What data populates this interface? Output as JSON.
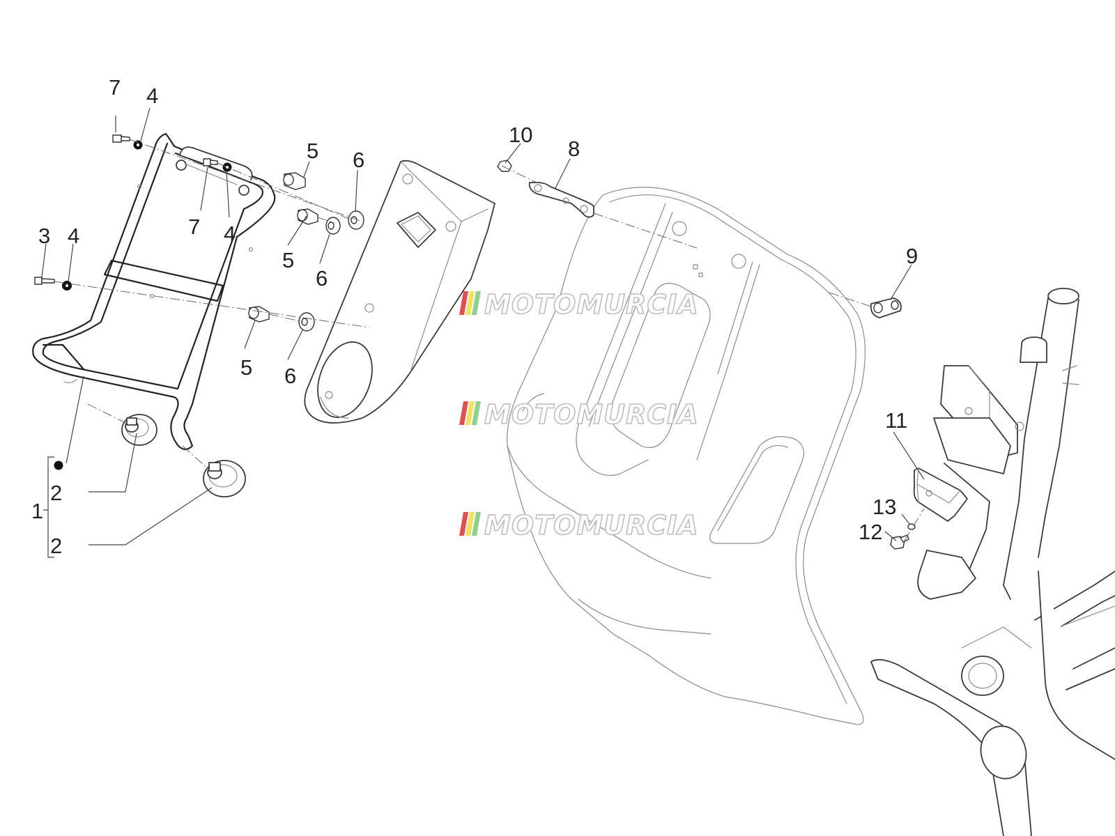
{
  "callouts": {
    "c7a": "7",
    "c4a": "4",
    "c7b": "7",
    "c4b": "4",
    "c3": "3",
    "c4c": "4",
    "c5a": "5",
    "c6a": "6",
    "c5b": "5",
    "c6b": "6",
    "c5c": "5",
    "c6c": "6",
    "c10": "10",
    "c8": "8",
    "c9": "9",
    "c11": "11",
    "c13": "13",
    "c12": "12",
    "c1": "1",
    "c2a": "2",
    "c2b": "2"
  },
  "watermark": {
    "text": "MOTOMURCIA",
    "stripe_colors": [
      "#e05050",
      "#f2e060",
      "#8fd08f",
      "#e0e0e0"
    ]
  },
  "kit_marker": {
    "symbol_color": "#000000"
  }
}
